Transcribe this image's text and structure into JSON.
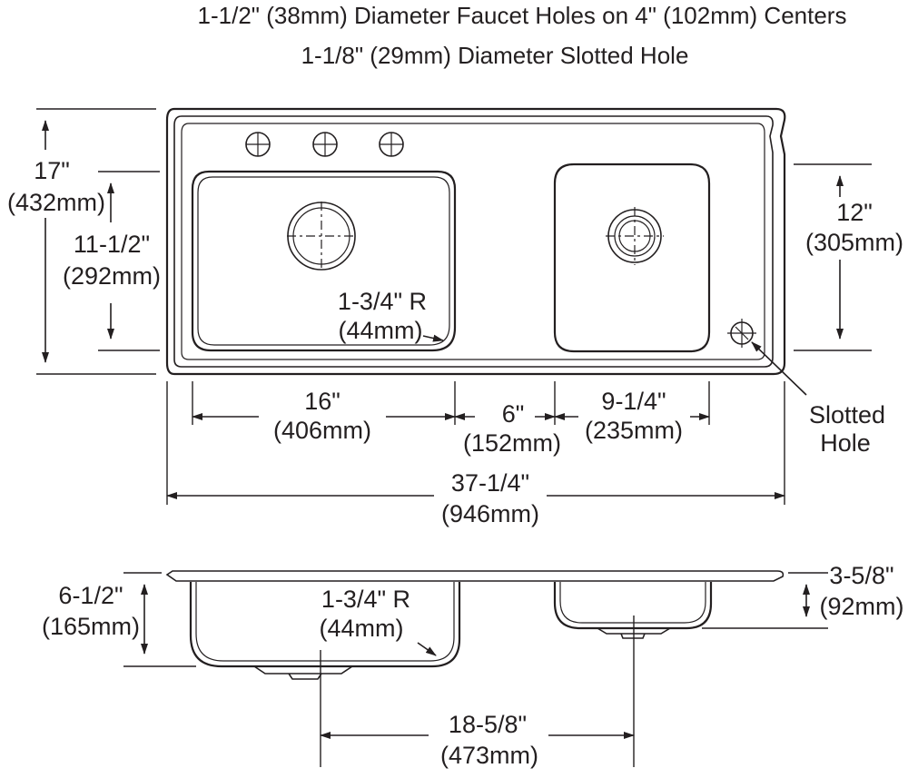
{
  "header": {
    "line1": "1-1/2\" (38mm) Diameter Faucet Holes on 4\" (102mm) Centers",
    "line2": "1-1/8\" (29mm) Diameter Slotted Hole"
  },
  "dimensions": {
    "overall_depth": {
      "imperial": "17\"",
      "metric": "(432mm)"
    },
    "left_bowl_depth": {
      "imperial": "11-1/2\"",
      "metric": "(292mm)"
    },
    "right_bowl_depth": {
      "imperial": "12\"",
      "metric": "(305mm)"
    },
    "left_bowl_radius": {
      "imperial": "1-3/4\" R",
      "metric": "(44mm)"
    },
    "left_bowl_width": {
      "imperial": "16\"",
      "metric": "(406mm)"
    },
    "bowl_gap": {
      "imperial": "6\"",
      "metric": "(152mm)"
    },
    "right_bowl_width": {
      "imperial": "9-1/4\"",
      "metric": "(235mm)"
    },
    "overall_width": {
      "imperial": "37-1/4\"",
      "metric": "(946mm)"
    },
    "left_bowl_height": {
      "imperial": "6-1/2\"",
      "metric": "(165mm)"
    },
    "side_radius": {
      "imperial": "1-3/4\" R",
      "metric": "(44mm)"
    },
    "right_bowl_height": {
      "imperial": "3-5/8\"",
      "metric": "(92mm)"
    },
    "drain_spacing": {
      "imperial": "18-5/8\"",
      "metric": "(473mm)"
    }
  },
  "callouts": {
    "slotted_hole_line1": "Slotted",
    "slotted_hole_line2": "Hole"
  }
}
